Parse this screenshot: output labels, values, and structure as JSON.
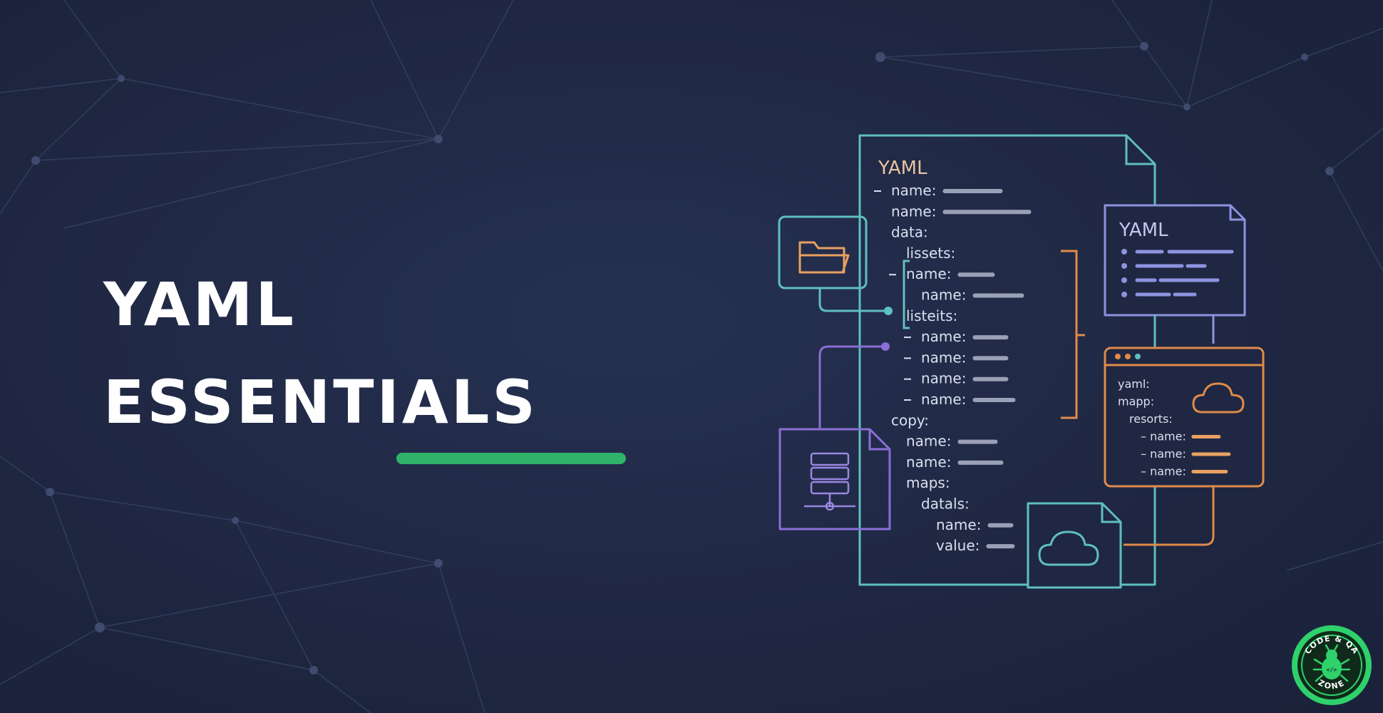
{
  "hero": {
    "title_line1": "YAML",
    "title_line2": "ESSENTIALS",
    "underline_color": "#2fb36b"
  },
  "main_document": {
    "heading": "YAML",
    "lines": [
      {
        "indent": 0,
        "dash": true,
        "key": "name:",
        "bar": true
      },
      {
        "indent": 0,
        "dash": false,
        "key": "name:",
        "bar": true
      },
      {
        "indent": 0,
        "dash": false,
        "key": "data:",
        "bar": false
      },
      {
        "indent": 1,
        "dash": false,
        "key": "lissets:",
        "bar": false
      },
      {
        "indent": 1,
        "dash": true,
        "key": "name:",
        "bar": true
      },
      {
        "indent": 2,
        "dash": false,
        "key": "name:",
        "bar": true
      },
      {
        "indent": 1,
        "dash": false,
        "key": "listeits:",
        "bar": false
      },
      {
        "indent": 2,
        "dash": true,
        "key": "name:",
        "bar": true
      },
      {
        "indent": 2,
        "dash": true,
        "key": "name:",
        "bar": true
      },
      {
        "indent": 2,
        "dash": true,
        "key": "name:",
        "bar": true
      },
      {
        "indent": 2,
        "dash": true,
        "key": "name:",
        "bar": true
      },
      {
        "indent": 0,
        "dash": false,
        "key": "copy:",
        "bar": false
      },
      {
        "indent": 1,
        "dash": false,
        "key": "name:",
        "bar": true
      },
      {
        "indent": 1,
        "dash": false,
        "key": "name:",
        "bar": true
      },
      {
        "indent": 1,
        "dash": false,
        "key": "maps:",
        "bar": false
      },
      {
        "indent": 2,
        "dash": false,
        "key": "datals:",
        "bar": false
      },
      {
        "indent": 3,
        "dash": false,
        "key": "name:",
        "bar": true
      },
      {
        "indent": 3,
        "dash": false,
        "key": "value:",
        "bar": true
      }
    ]
  },
  "side_document": {
    "heading": "YAML"
  },
  "browser_window": {
    "lines": [
      {
        "text": "yaml:"
      },
      {
        "text": "mapp:"
      },
      {
        "text": "resorts:"
      },
      {
        "text": "– name:"
      },
      {
        "text": "– name:"
      },
      {
        "text": "– name:"
      }
    ]
  },
  "icons": {
    "folder": "folder-icon",
    "server": "server-icon",
    "cloud_doc": "cloud-icon",
    "browser_cloud": "cloud-icon",
    "logo": "bug-logo-icon"
  },
  "logo": {
    "top_text": "CODE & QA",
    "bottom_text": "ZONE"
  },
  "colors": {
    "background": "#1f2742",
    "teal": "#5fbfbf",
    "purple": "#8a6fd6",
    "orange": "#e08a4a",
    "lavender": "#8d93e0",
    "bar_gray": "#9aa0b5",
    "logo_green": "#2fd16b"
  }
}
